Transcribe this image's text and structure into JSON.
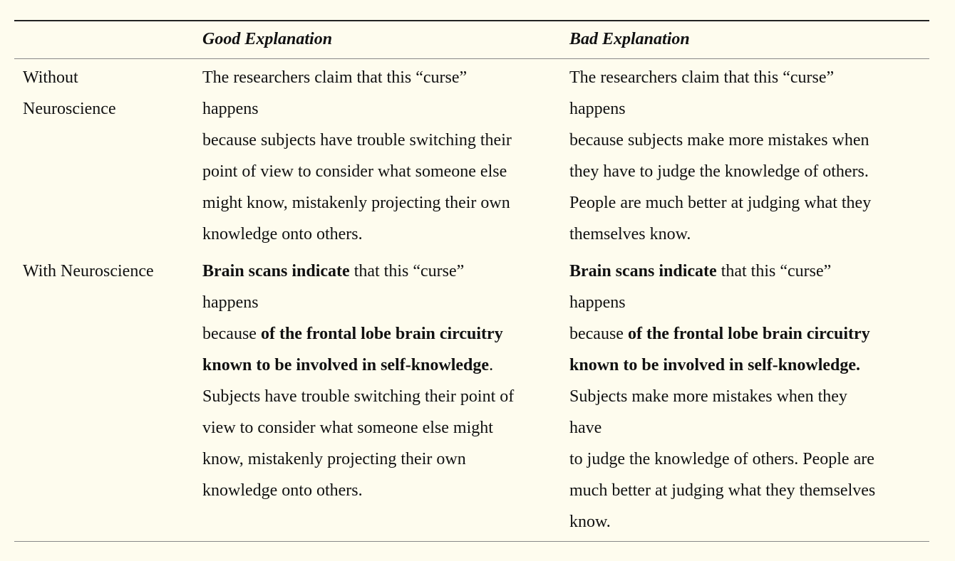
{
  "header": {
    "col0": "",
    "col1": "Good Explanation",
    "col2": "Bad Explanation"
  },
  "rows": [
    {
      "label_lines": [
        "Without",
        "Neuroscience"
      ],
      "good_lines": [
        [
          {
            "t": "The researchers claim that this “curse”",
            "b": false
          }
        ],
        [
          {
            "t": "happens",
            "b": false
          }
        ],
        [
          {
            "t": "because subjects have trouble switching their",
            "b": false
          }
        ],
        [
          {
            "t": "point of view to consider what someone else",
            "b": false
          }
        ],
        [
          {
            "t": "might know, mistakenly projecting their own",
            "b": false
          }
        ],
        [
          {
            "t": "knowledge onto others.",
            "b": false
          }
        ]
      ],
      "bad_lines": [
        [
          {
            "t": "The researchers claim that this “curse”",
            "b": false
          }
        ],
        [
          {
            "t": "happens",
            "b": false
          }
        ],
        [
          {
            "t": "because subjects make more mistakes when",
            "b": false
          }
        ],
        [
          {
            "t": "they have to judge the knowledge of others.",
            "b": false
          }
        ],
        [
          {
            "t": "People are much better at judging what they",
            "b": false
          }
        ],
        [
          {
            "t": "themselves know.",
            "b": false
          }
        ]
      ]
    },
    {
      "label_lines": [
        "With Neuroscience"
      ],
      "good_lines": [
        [
          {
            "t": "Brain scans indicate",
            "b": true
          },
          {
            "t": " that this “curse”",
            "b": false
          }
        ],
        [
          {
            "t": "happens",
            "b": false
          }
        ],
        [
          {
            "t": "because ",
            "b": false
          },
          {
            "t": "of the frontal lobe brain circuitry",
            "b": true
          }
        ],
        [
          {
            "t": "known to be involved in self-knowledge",
            "b": true
          },
          {
            "t": ".",
            "b": false
          }
        ],
        [
          {
            "t": "Subjects have trouble switching their point of",
            "b": false
          }
        ],
        [
          {
            "t": "view to consider what someone else might",
            "b": false
          }
        ],
        [
          {
            "t": "know, mistakenly projecting their own",
            "b": false
          }
        ],
        [
          {
            "t": "knowledge onto others.",
            "b": false
          }
        ]
      ],
      "bad_lines": [
        [
          {
            "t": "Brain scans indicate",
            "b": true
          },
          {
            "t": " that this “curse”",
            "b": false
          }
        ],
        [
          {
            "t": "happens",
            "b": false
          }
        ],
        [
          {
            "t": "because ",
            "b": false
          },
          {
            "t": "of the frontal lobe brain circuitry",
            "b": true
          }
        ],
        [
          {
            "t": "known to be involved in self-knowledge.",
            "b": true
          }
        ],
        [
          {
            "t": "Subjects make more mistakes when they",
            "b": false
          }
        ],
        [
          {
            "t": "have",
            "b": false
          }
        ],
        [
          {
            "t": "to judge the knowledge of others. People are",
            "b": false
          }
        ],
        [
          {
            "t": "much better at judging what they themselves",
            "b": false
          }
        ],
        [
          {
            "t": "know.",
            "b": false
          }
        ]
      ]
    }
  ]
}
